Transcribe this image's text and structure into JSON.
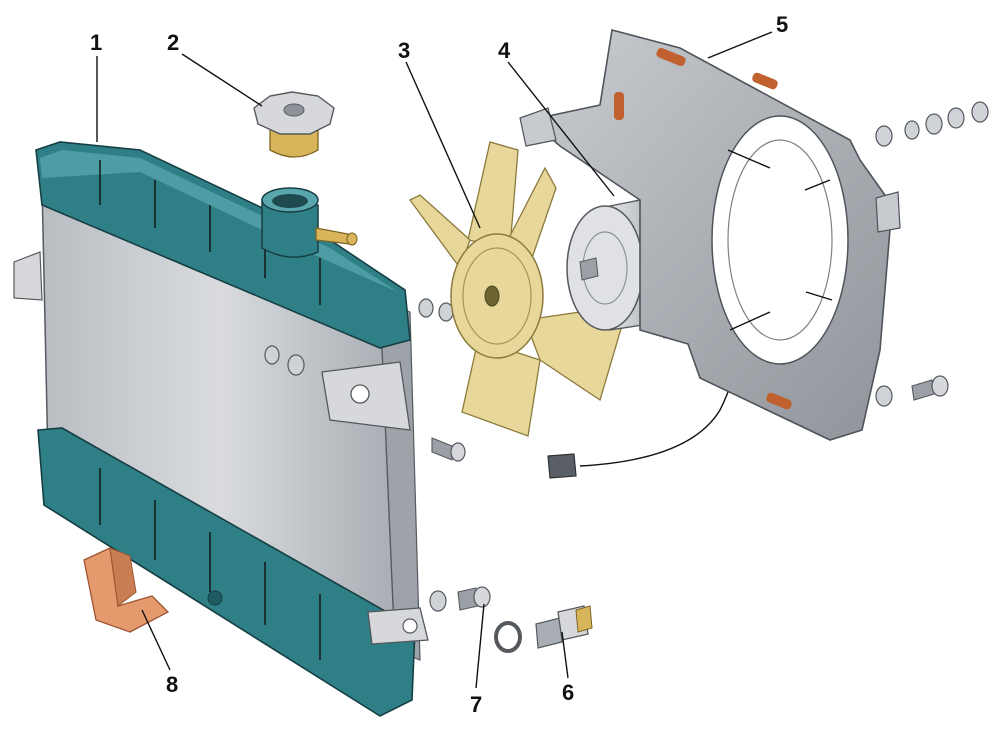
{
  "colors": {
    "tank": "#2f7f86",
    "tank_dark": "#1f5d63",
    "tank_light": "#5aa6ad",
    "core": "#c9ccd0",
    "core_dark": "#9aa0a6",
    "metal": "#d6d8db",
    "metal_dark": "#8e9399",
    "fan_blade": "#e8d79a",
    "fan_blade_dark": "#c9b66d",
    "wire": "#c0612f",
    "pad": "#e59a6e",
    "shroud": "#b8bcc0",
    "shroud_dark": "#7c8187",
    "brass": "#d8b45a"
  },
  "callouts": [
    {
      "id": "1",
      "label": "1"
    },
    {
      "id": "2",
      "label": "2"
    },
    {
      "id": "3",
      "label": "3"
    },
    {
      "id": "4",
      "label": "4"
    },
    {
      "id": "5",
      "label": "5"
    },
    {
      "id": "6",
      "label": "6"
    },
    {
      "id": "7",
      "label": "7"
    },
    {
      "id": "8",
      "label": "8"
    }
  ]
}
